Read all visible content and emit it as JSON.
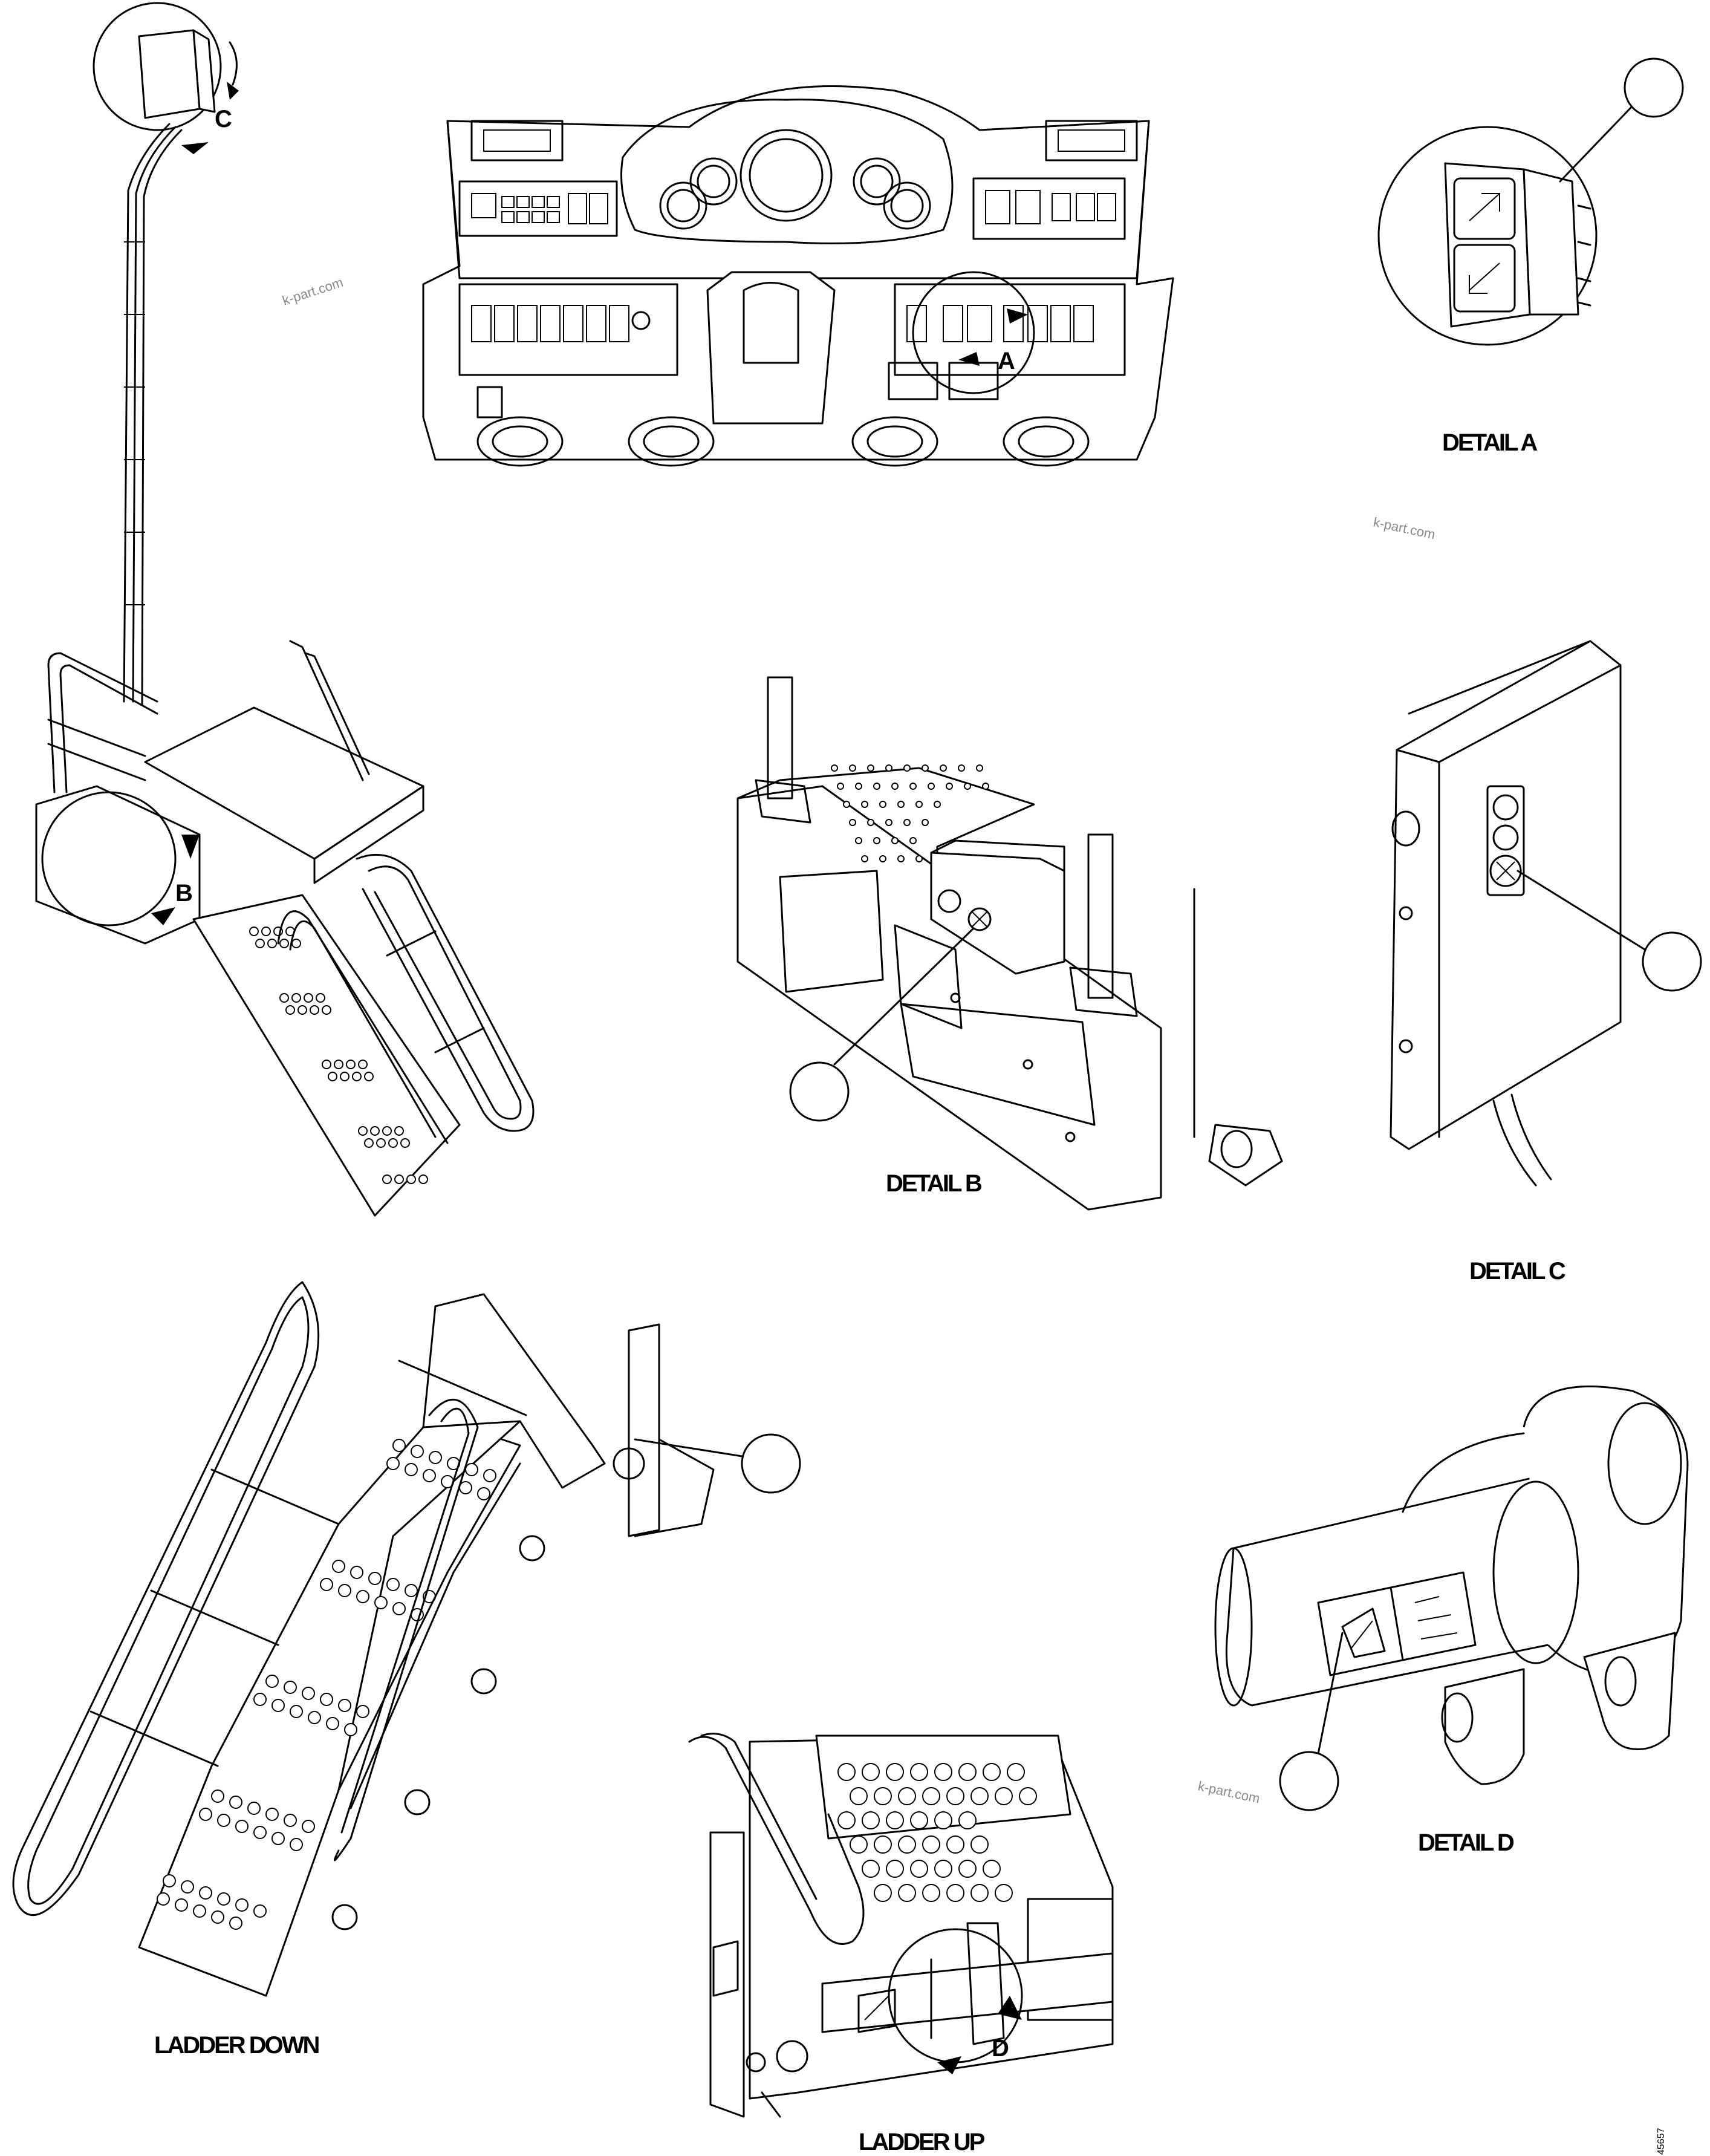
{
  "labels": {
    "detail_a": "DETAIL A",
    "detail_b": "DETAIL B",
    "detail_c": "DETAIL C",
    "detail_d": "DETAIL D",
    "ladder_down": "LADDER DOWN",
    "ladder_up": "LADDER UP",
    "ref_a": "A",
    "ref_b": "B",
    "ref_c": "C",
    "ref_d": "D",
    "drawing_number": "45657"
  },
  "watermarks": [
    "k-part.com",
    "k-part.com",
    "k-part.com"
  ]
}
